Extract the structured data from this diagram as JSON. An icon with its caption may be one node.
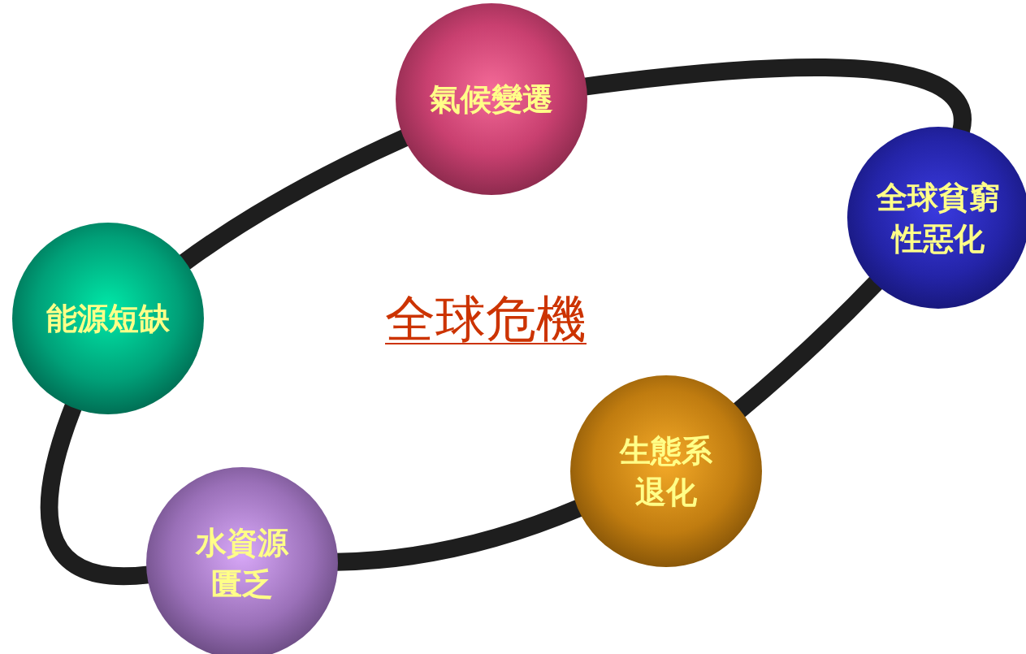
{
  "diagram": {
    "title": "全球危機",
    "nodes": [
      {
        "text": [
          "氣候變遷"
        ]
      },
      {
        "text": [
          "全球貧窮性惡化"
        ]
      },
      {
        "text": [
          "生態系退化"
        ]
      },
      {
        "text": [
          "水資源匱乏"
        ]
      },
      {
        "text": [
          "能源短缺"
        ]
      }
    ],
    "edges": [
      {
        "from": 0,
        "to": 1,
        "arrow": "none"
      },
      {
        "from": 1,
        "to": 2,
        "arrow": "none"
      },
      {
        "from": 2,
        "to": 3,
        "arrow": "none"
      },
      {
        "from": 3,
        "to": 4,
        "arrow": "none"
      },
      {
        "from": 4,
        "to": 0,
        "arrow": "none"
      }
    ]
  }
}
